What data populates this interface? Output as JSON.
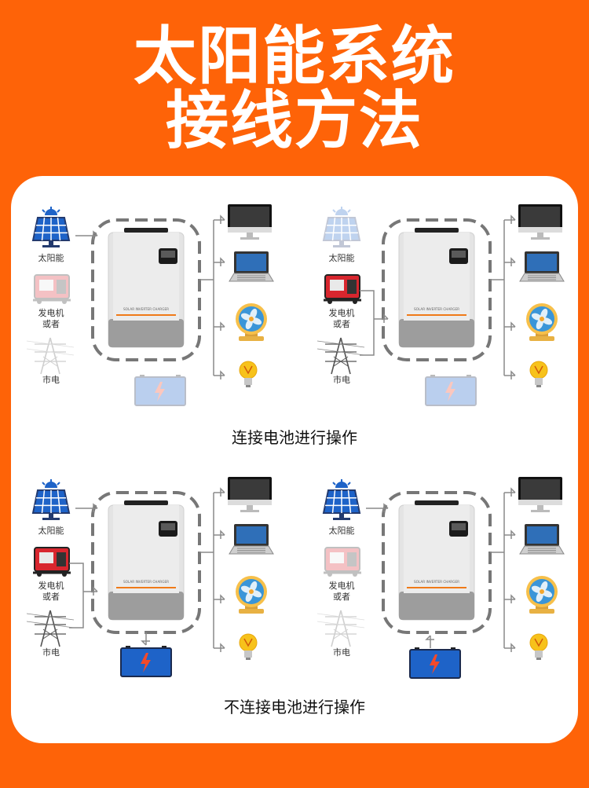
{
  "title_line1": "太阳能系统",
  "title_line2": "接线方法",
  "labels": {
    "solar": "太阳能",
    "generator": "发电机",
    "or": "或者",
    "grid": "市电"
  },
  "caption_top": "连接电池进行操作",
  "caption_bottom": "不连接电池进行操作",
  "inverter_text": "SOLAR INVERTER CHARGER",
  "panels": [
    {
      "id": "panel-1",
      "active_sources": [
        "solar"
      ],
      "battery": "faded"
    },
    {
      "id": "panel-2",
      "active_sources": [
        "generator",
        "grid"
      ],
      "battery": "faded"
    },
    {
      "id": "panel-3",
      "active_sources": [
        "solar",
        "generator",
        "grid"
      ],
      "battery": "output"
    },
    {
      "id": "panel-4",
      "active_sources": [
        "solar"
      ],
      "battery": "input"
    }
  ],
  "loads": [
    "monitor-icon",
    "laptop-icon",
    "fan-icon",
    "bulb-icon"
  ],
  "colors": {
    "background": "#fe6308",
    "card": "#ffffff",
    "battery": "#1e63c8",
    "dash": "#777777"
  }
}
